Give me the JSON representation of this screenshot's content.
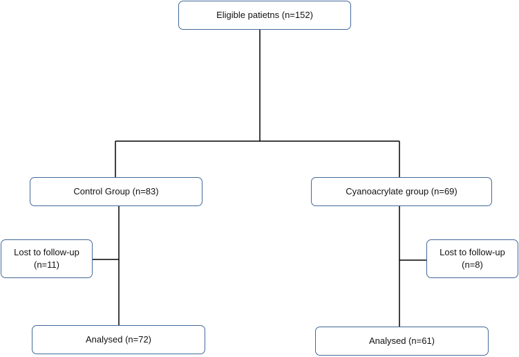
{
  "diagram": {
    "eligible": {
      "label": "Eligible patietns (n=152)"
    },
    "control": {
      "label": "Control Group (n=83)",
      "lost_line1": "Lost to follow-up",
      "lost_line2": "(n=11)",
      "analysed": "Analysed (n=72)"
    },
    "cyano": {
      "label": "Cyanoacrylate group (n=69)",
      "lost_line1": "Lost to follow-up",
      "lost_line2": "(n=8)",
      "analysed": "Analysed (n=61)"
    }
  },
  "colors": {
    "box_border": "#41679a",
    "connector": "#000000",
    "text": "#111111"
  }
}
